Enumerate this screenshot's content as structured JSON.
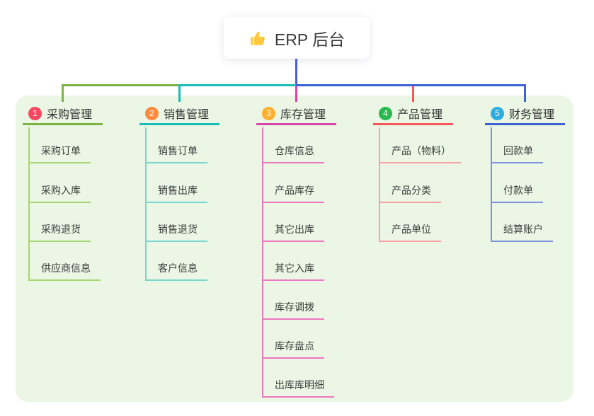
{
  "root": {
    "label": "ERP 后台",
    "icon": "thumbs-up-icon",
    "stem_color": "#4A5FD1"
  },
  "panel": {
    "bg_color": "#EBF6E5"
  },
  "branches": [
    {
      "index": "1",
      "label": "采购管理",
      "badge_color": "#F8475E",
      "line_color": "#7CB342",
      "child_line_color": "#A5D672",
      "children": [
        "采购订单",
        "采购入库",
        "采购退货",
        "供应商信息"
      ]
    },
    {
      "index": "2",
      "label": "销售管理",
      "badge_color": "#FF8A3D",
      "line_color": "#1BBDB7",
      "child_line_color": "#77D6CE",
      "children": [
        "销售订单",
        "销售出库",
        "销售退货",
        "客户信息"
      ]
    },
    {
      "index": "3",
      "label": "库存管理",
      "badge_color": "#FFAF2F",
      "line_color": "#D944A8",
      "child_line_color": "#EC77C2",
      "children": [
        "仓库信息",
        "产品库存",
        "其它出库",
        "其它入库",
        "库存调拨",
        "库存盘点",
        "出库库明细"
      ]
    },
    {
      "index": "4",
      "label": "产品管理",
      "badge_color": "#28B94E",
      "line_color": "#F5575C",
      "child_line_color": "#F9A1A4",
      "children": [
        "产品（物料）",
        "产品分类",
        "产品单位"
      ]
    },
    {
      "index": "5",
      "label": "财务管理",
      "badge_color": "#2BACE2",
      "line_color": "#3E62D3",
      "child_line_color": "#7D93DF",
      "children": [
        "回款单",
        "付款单",
        "结算账户"
      ]
    }
  ]
}
